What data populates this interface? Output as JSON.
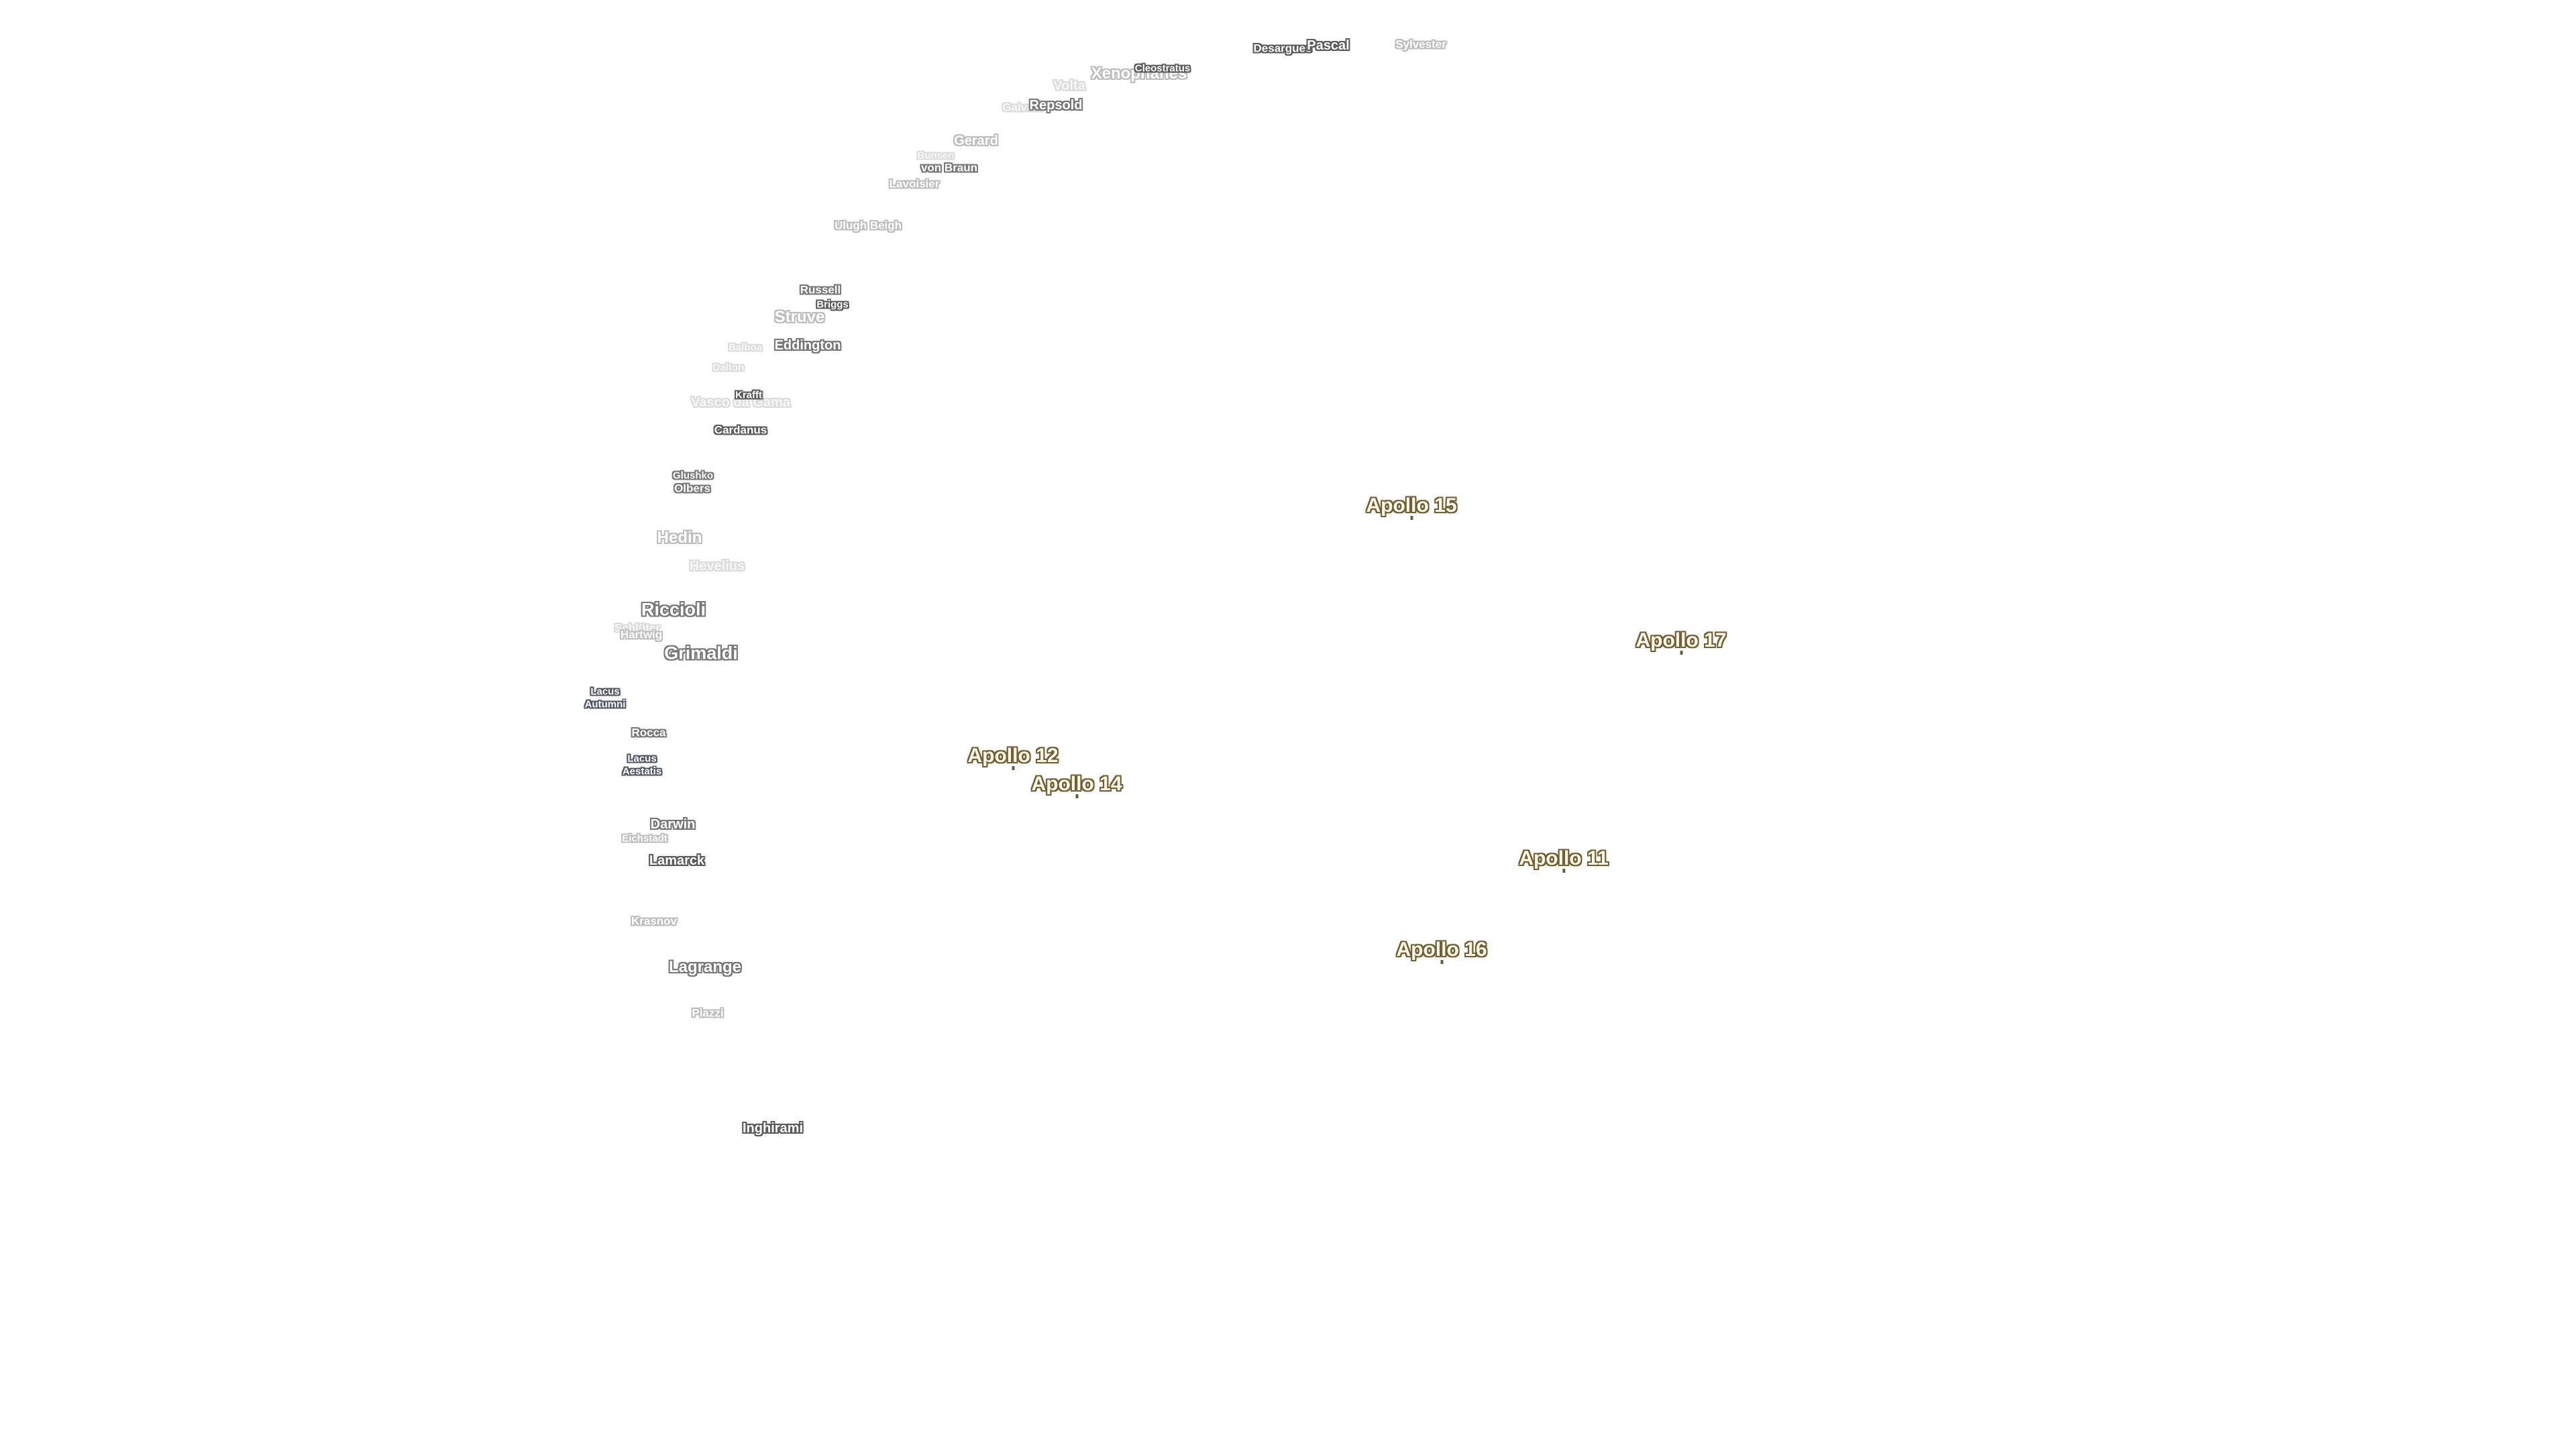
{
  "map": {
    "craters": {
      "desargues": "Desargues",
      "pascal": "Pascal",
      "sylvester": "Sylvester",
      "cleostratus": "Cleostratus",
      "xenophanes": "Xenophanes",
      "volta": "Volta",
      "galvani": "Galvani",
      "repsold": "Repsold",
      "gerard": "Gerard",
      "bunsen": "Bunsen",
      "von_braun": "von Braun",
      "lavoisier": "Lavoisier",
      "ulugh_beigh": "Ulugh Beigh",
      "russell": "Russell",
      "briggs": "Briggs",
      "struve": "Struve",
      "eddington": "Eddington",
      "balboa": "Balboa",
      "dalton": "Dalton",
      "krafft": "Krafft",
      "vasco_da_gama": "Vasco da Gama",
      "cardanus": "Cardanus",
      "glushko": "Glushko",
      "olbers": "Olbers",
      "hedin": "Hedin",
      "hevelius": "Hevelius",
      "riccioli": "Riccioli",
      "schluter": "Schlüter",
      "hartwig": "Hartwig",
      "grimaldi": "Grimaldi",
      "lacus_autumni": "Lacus Autumni",
      "rocca": "Rocca",
      "lacus_aestatis": "Lacus Aestatis",
      "darwin": "Darwin",
      "eichstadt": "Eichstadt",
      "lamarck": "Lamarck",
      "krasnov": "Krasnov",
      "lagrange": "Lagrange",
      "piazzi": "Piazzi",
      "inghirami": "Inghirami"
    },
    "landing_sites": {
      "apollo_15": "Apollo 15",
      "apollo_17": "Apollo 17",
      "apollo_12": "Apollo 12",
      "apollo_14": "Apollo 14",
      "apollo_11": "Apollo 11",
      "apollo_16": "Apollo 16"
    },
    "colors": {
      "crater_halo": "#777777",
      "landing_site_halo": "#6e5e38",
      "label_fill": "#ffffff",
      "background": "#ffffff"
    }
  }
}
